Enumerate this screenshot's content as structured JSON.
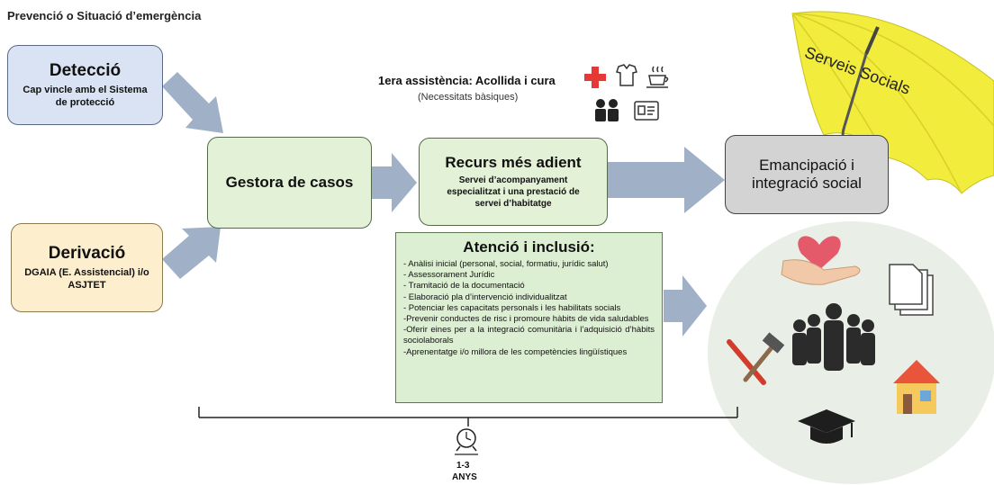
{
  "page_title": "Prevenció o Situació d’emergència",
  "deteccio": {
    "title": "Detecció",
    "subtitle": "Cap vincle amb el Sistema de protecció"
  },
  "derivacio": {
    "title": "Derivació",
    "subtitle": "DGAIA (E. Assistencial) i/o ASJTET"
  },
  "gestora": {
    "title": "Gestora de casos"
  },
  "assistencia": {
    "title": "1era assistència: Acollida i cura",
    "subtitle": "(Necessitats bàsiques)"
  },
  "recurs": {
    "title": "Recurs més adient",
    "subtitle": "Servei d’acompanyament especialitzat i una prestació de servei d’habitatge"
  },
  "emancipacio": {
    "title": "Emancipació i integració social"
  },
  "serveis_socials": "Serveis Socials",
  "atencio": {
    "title": "Atenció i inclusió:",
    "items": [
      "- Anàlisi inicial (personal, social, formatiu, jurídic salut)",
      "- Assessorament Jurídic",
      "- Tramitació de la documentació",
      "- Elaboració pla d’intervenció individualitzat",
      "- Potenciar les capacitats personals i les habilitats socials",
      "-Prevenir conductes de risc i promoure hàbits de vida saludables",
      "-Oferir eines per a la integració comunitària i l’adquisició d’hàbits sociolaborals",
      "-Aprenentatge i/o millora de les competències lingüístiques"
    ]
  },
  "timeline": {
    "duration": "1-3",
    "unit": "ANYS"
  },
  "colors": {
    "blue_box": "#d9e3f3",
    "orange_box": "#fdeecd",
    "green_box": "#e3f1d7",
    "grey_box": "#d3d3d3",
    "arrow": "#9fb0c7",
    "umbrella": "#f2ec3c",
    "circle": "#e9efe6"
  },
  "icons": [
    "first-aid-icon",
    "clothes-icon",
    "coffee-icon",
    "people-icon",
    "id-card-icon",
    "heart-hand-icon",
    "documents-icon",
    "group-icon",
    "tools-icon",
    "house-icon",
    "graduation-cap-icon",
    "clock-icon"
  ]
}
